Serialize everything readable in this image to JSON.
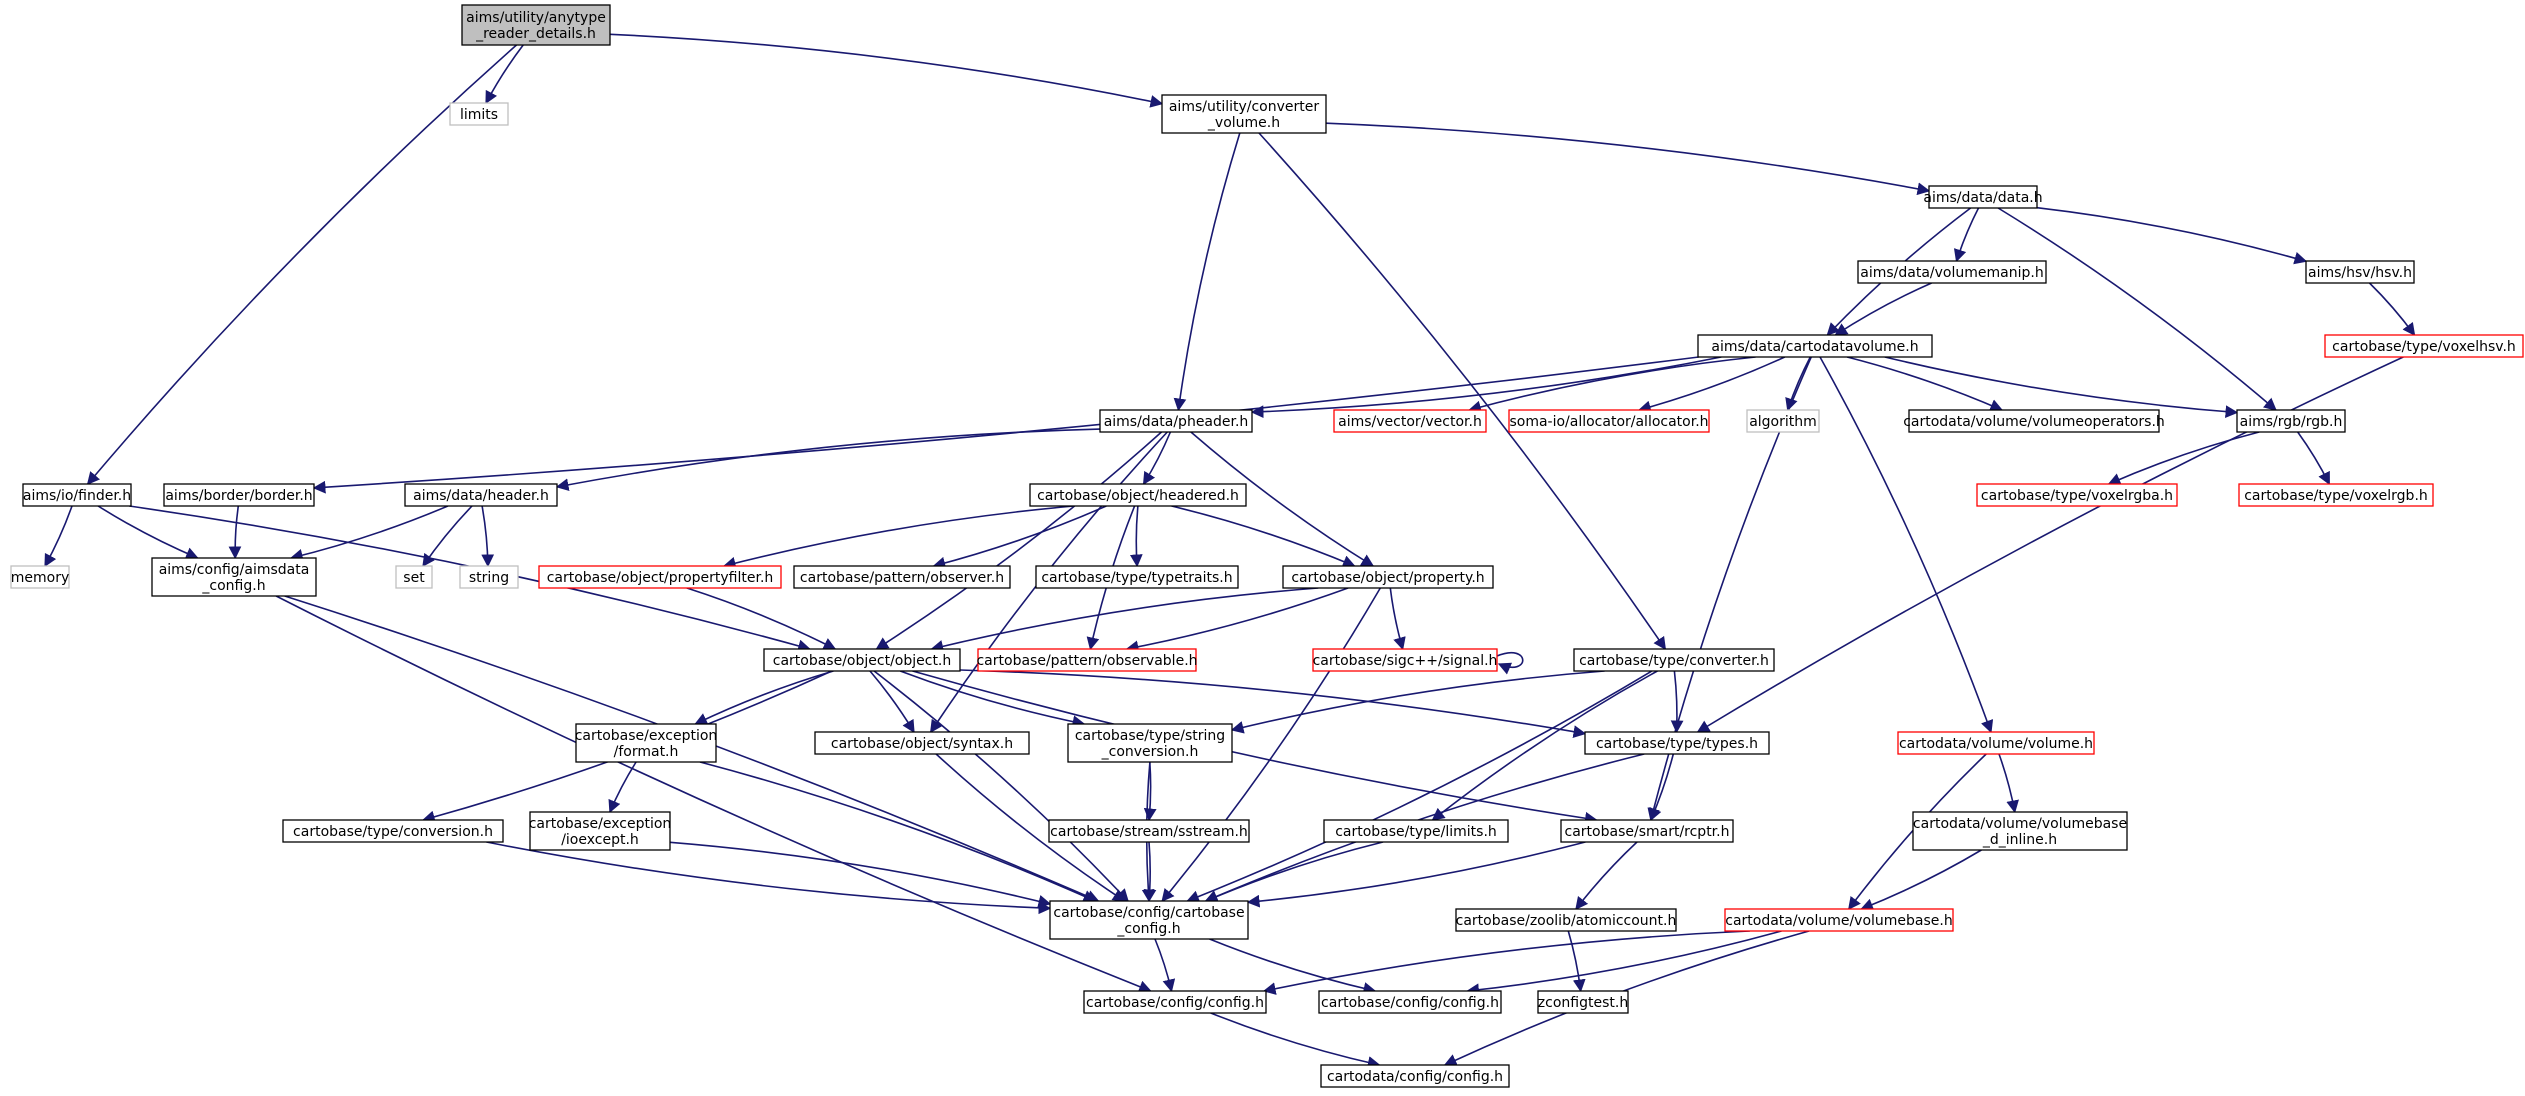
{
  "graph": {
    "nodes": [
      {
        "id": "root",
        "lines": [
          "aims/utility/anytype",
          "_reader_details.h"
        ],
        "style": "root"
      },
      {
        "id": "limits",
        "lines": [
          "limits"
        ],
        "style": "system"
      },
      {
        "id": "conv_vol",
        "lines": [
          "aims/utility/converter",
          "_volume.h"
        ],
        "style": "normal"
      },
      {
        "id": "data",
        "lines": [
          "aims/data/data.h"
        ],
        "style": "normal"
      },
      {
        "id": "volmanip",
        "lines": [
          "aims/data/volumemanip.h"
        ],
        "style": "normal"
      },
      {
        "id": "hsv",
        "lines": [
          "aims/hsv/hsv.h"
        ],
        "style": "normal"
      },
      {
        "id": "voxelhsv",
        "lines": [
          "cartobase/type/voxelhsv.h"
        ],
        "style": "missing"
      },
      {
        "id": "cdvol",
        "lines": [
          "aims/data/cartodatavolume.h"
        ],
        "style": "normal"
      },
      {
        "id": "pheader",
        "lines": [
          "aims/data/pheader.h"
        ],
        "style": "normal"
      },
      {
        "id": "vector",
        "lines": [
          "aims/vector/vector.h"
        ],
        "style": "missing"
      },
      {
        "id": "allocator",
        "lines": [
          "soma-io/allocator/allocator.h"
        ],
        "style": "missing"
      },
      {
        "id": "algorithm",
        "lines": [
          "algorithm"
        ],
        "style": "system"
      },
      {
        "id": "volops",
        "lines": [
          "cartodata/volume/volumeoperators.h"
        ],
        "style": "normal"
      },
      {
        "id": "rgb",
        "lines": [
          "aims/rgb/rgb.h"
        ],
        "style": "normal"
      },
      {
        "id": "voxelrgba",
        "lines": [
          "cartobase/type/voxelrgba.h"
        ],
        "style": "missing"
      },
      {
        "id": "voxelrgb",
        "lines": [
          "cartobase/type/voxelrgb.h"
        ],
        "style": "missing"
      },
      {
        "id": "finder",
        "lines": [
          "aims/io/finder.h"
        ],
        "style": "normal"
      },
      {
        "id": "border",
        "lines": [
          "aims/border/border.h"
        ],
        "style": "normal"
      },
      {
        "id": "header",
        "lines": [
          "aims/data/header.h"
        ],
        "style": "normal"
      },
      {
        "id": "headered",
        "lines": [
          "cartobase/object/headered.h"
        ],
        "style": "normal"
      },
      {
        "id": "memory",
        "lines": [
          "memory"
        ],
        "style": "system"
      },
      {
        "id": "aimsdata_cfg",
        "lines": [
          "aims/config/aimsdata",
          "_config.h"
        ],
        "style": "normal"
      },
      {
        "id": "set",
        "lines": [
          "set"
        ],
        "style": "system"
      },
      {
        "id": "string",
        "lines": [
          "string"
        ],
        "style": "system"
      },
      {
        "id": "propfilter",
        "lines": [
          "cartobase/object/propertyfilter.h"
        ],
        "style": "missing"
      },
      {
        "id": "observer",
        "lines": [
          "cartobase/pattern/observer.h"
        ],
        "style": "normal"
      },
      {
        "id": "typetraits",
        "lines": [
          "cartobase/type/typetraits.h"
        ],
        "style": "normal"
      },
      {
        "id": "property",
        "lines": [
          "cartobase/object/property.h"
        ],
        "style": "normal"
      },
      {
        "id": "object",
        "lines": [
          "cartobase/object/object.h"
        ],
        "style": "normal"
      },
      {
        "id": "observable",
        "lines": [
          "cartobase/pattern/observable.h"
        ],
        "style": "missing"
      },
      {
        "id": "signal",
        "lines": [
          "cartobase/sigc++/signal.h"
        ],
        "style": "missing"
      },
      {
        "id": "converter",
        "lines": [
          "cartobase/type/converter.h"
        ],
        "style": "normal"
      },
      {
        "id": "volume",
        "lines": [
          "cartodata/volume/volume.h"
        ],
        "style": "missing"
      },
      {
        "id": "excformat",
        "lines": [
          "cartobase/exception",
          "/format.h"
        ],
        "style": "normal"
      },
      {
        "id": "syntax",
        "lines": [
          "cartobase/object/syntax.h"
        ],
        "style": "normal"
      },
      {
        "id": "strconv",
        "lines": [
          "cartobase/type/string",
          "_conversion.h"
        ],
        "style": "normal"
      },
      {
        "id": "types",
        "lines": [
          "cartobase/type/types.h"
        ],
        "style": "normal"
      },
      {
        "id": "ioexcept",
        "lines": [
          "cartobase/exception",
          "/ioexcept.h"
        ],
        "style": "normal"
      },
      {
        "id": "conversion",
        "lines": [
          "cartobase/type/conversion.h"
        ],
        "style": "normal"
      },
      {
        "id": "sstream",
        "lines": [
          "cartobase/stream/sstream.h"
        ],
        "style": "normal"
      },
      {
        "id": "tlimits",
        "lines": [
          "cartobase/type/limits.h"
        ],
        "style": "normal"
      },
      {
        "id": "rcptr",
        "lines": [
          "cartobase/smart/rcptr.h"
        ],
        "style": "normal"
      },
      {
        "id": "volbase_inline",
        "lines": [
          "cartodata/volume/volumebase",
          "_d_inline.h"
        ],
        "style": "normal"
      },
      {
        "id": "cb_config",
        "lines": [
          "cartobase/config/cartobase",
          "_config.h"
        ],
        "style": "normal"
      },
      {
        "id": "atomic",
        "lines": [
          "cartobase/zoolib/atomiccount.h"
        ],
        "style": "normal"
      },
      {
        "id": "volbase",
        "lines": [
          "cartodata/volume/volumebase.h"
        ],
        "style": "missing"
      },
      {
        "id": "config1",
        "lines": [
          "cartobase/config/config.h"
        ],
        "style": "normal"
      },
      {
        "id": "config2",
        "lines": [
          "cartobase/config/config.h"
        ],
        "style": "normal"
      },
      {
        "id": "zconfig",
        "lines": [
          "zconfigtest.h"
        ],
        "style": "normal"
      },
      {
        "id": "cd_config",
        "lines": [
          "cartodata/config/config.h"
        ],
        "style": "normal"
      }
    ],
    "edges": [
      [
        "root",
        "limits"
      ],
      [
        "root",
        "conv_vol"
      ],
      [
        "root",
        "finder"
      ],
      [
        "conv_vol",
        "data"
      ],
      [
        "conv_vol",
        "pheader"
      ],
      [
        "conv_vol",
        "converter"
      ],
      [
        "data",
        "volmanip"
      ],
      [
        "data",
        "hsv"
      ],
      [
        "data",
        "cdvol"
      ],
      [
        "data",
        "rgb"
      ],
      [
        "volmanip",
        "cdvol"
      ],
      [
        "hsv",
        "voxelhsv"
      ],
      [
        "voxelhsv",
        "types"
      ],
      [
        "cdvol",
        "pheader"
      ],
      [
        "cdvol",
        "vector"
      ],
      [
        "cdvol",
        "allocator"
      ],
      [
        "cdvol",
        "algorithm"
      ],
      [
        "cdvol",
        "volops"
      ],
      [
        "cdvol",
        "rgb"
      ],
      [
        "cdvol",
        "volume"
      ],
      [
        "cdvol",
        "rcptr"
      ],
      [
        "cdvol",
        "border"
      ],
      [
        "rgb",
        "voxelrgba"
      ],
      [
        "rgb",
        "voxelrgb"
      ],
      [
        "pheader",
        "header"
      ],
      [
        "pheader",
        "headered"
      ],
      [
        "pheader",
        "property"
      ],
      [
        "pheader",
        "object"
      ],
      [
        "pheader",
        "syntax"
      ],
      [
        "finder",
        "memory"
      ],
      [
        "finder",
        "aimsdata_cfg"
      ],
      [
        "finder",
        "object"
      ],
      [
        "border",
        "aimsdata_cfg"
      ],
      [
        "header",
        "aimsdata_cfg"
      ],
      [
        "header",
        "set"
      ],
      [
        "header",
        "string"
      ],
      [
        "headered",
        "propfilter"
      ],
      [
        "headered",
        "observer"
      ],
      [
        "headered",
        "typetraits"
      ],
      [
        "headered",
        "property"
      ],
      [
        "headered",
        "observable"
      ],
      [
        "propfilter",
        "object"
      ],
      [
        "property",
        "object"
      ],
      [
        "property",
        "observable"
      ],
      [
        "property",
        "signal"
      ],
      [
        "property",
        "cb_config"
      ],
      [
        "signal",
        "signal"
      ],
      [
        "aimsdata_cfg",
        "cb_config"
      ],
      [
        "aimsdata_cfg",
        "config1"
      ],
      [
        "object",
        "conversion"
      ],
      [
        "object",
        "excformat"
      ],
      [
        "object",
        "syntax"
      ],
      [
        "object",
        "strconv"
      ],
      [
        "object",
        "types"
      ],
      [
        "object",
        "rcptr"
      ],
      [
        "object",
        "cb_config"
      ],
      [
        "converter",
        "strconv"
      ],
      [
        "converter",
        "types"
      ],
      [
        "converter",
        "tlimits"
      ],
      [
        "converter",
        "cb_config"
      ],
      [
        "excformat",
        "ioexcept"
      ],
      [
        "excformat",
        "cb_config"
      ],
      [
        "syntax",
        "cb_config"
      ],
      [
        "strconv",
        "sstream"
      ],
      [
        "strconv",
        "cb_config"
      ],
      [
        "types",
        "rcptr"
      ],
      [
        "types",
        "cb_config"
      ],
      [
        "ioexcept",
        "cb_config"
      ],
      [
        "conversion",
        "cb_config"
      ],
      [
        "sstream",
        "cb_config"
      ],
      [
        "tlimits",
        "cb_config"
      ],
      [
        "rcptr",
        "cb_config"
      ],
      [
        "rcptr",
        "atomic"
      ],
      [
        "volume",
        "volbase_inline"
      ],
      [
        "volume",
        "volbase"
      ],
      [
        "volbase_inline",
        "volbase"
      ],
      [
        "volbase",
        "config1"
      ],
      [
        "volbase",
        "config2"
      ],
      [
        "volbase",
        "cd_config"
      ],
      [
        "cb_config",
        "config1"
      ],
      [
        "cb_config",
        "config2"
      ],
      [
        "atomic",
        "zconfig"
      ],
      [
        "config1",
        "cd_config"
      ]
    ]
  },
  "colors": {
    "edge": "#191970",
    "normal_border": "#000000",
    "root_fill": "#bfbfbf",
    "system_border": "#bfbfbf",
    "missing_border": "#ff0000",
    "text": "#000000"
  }
}
